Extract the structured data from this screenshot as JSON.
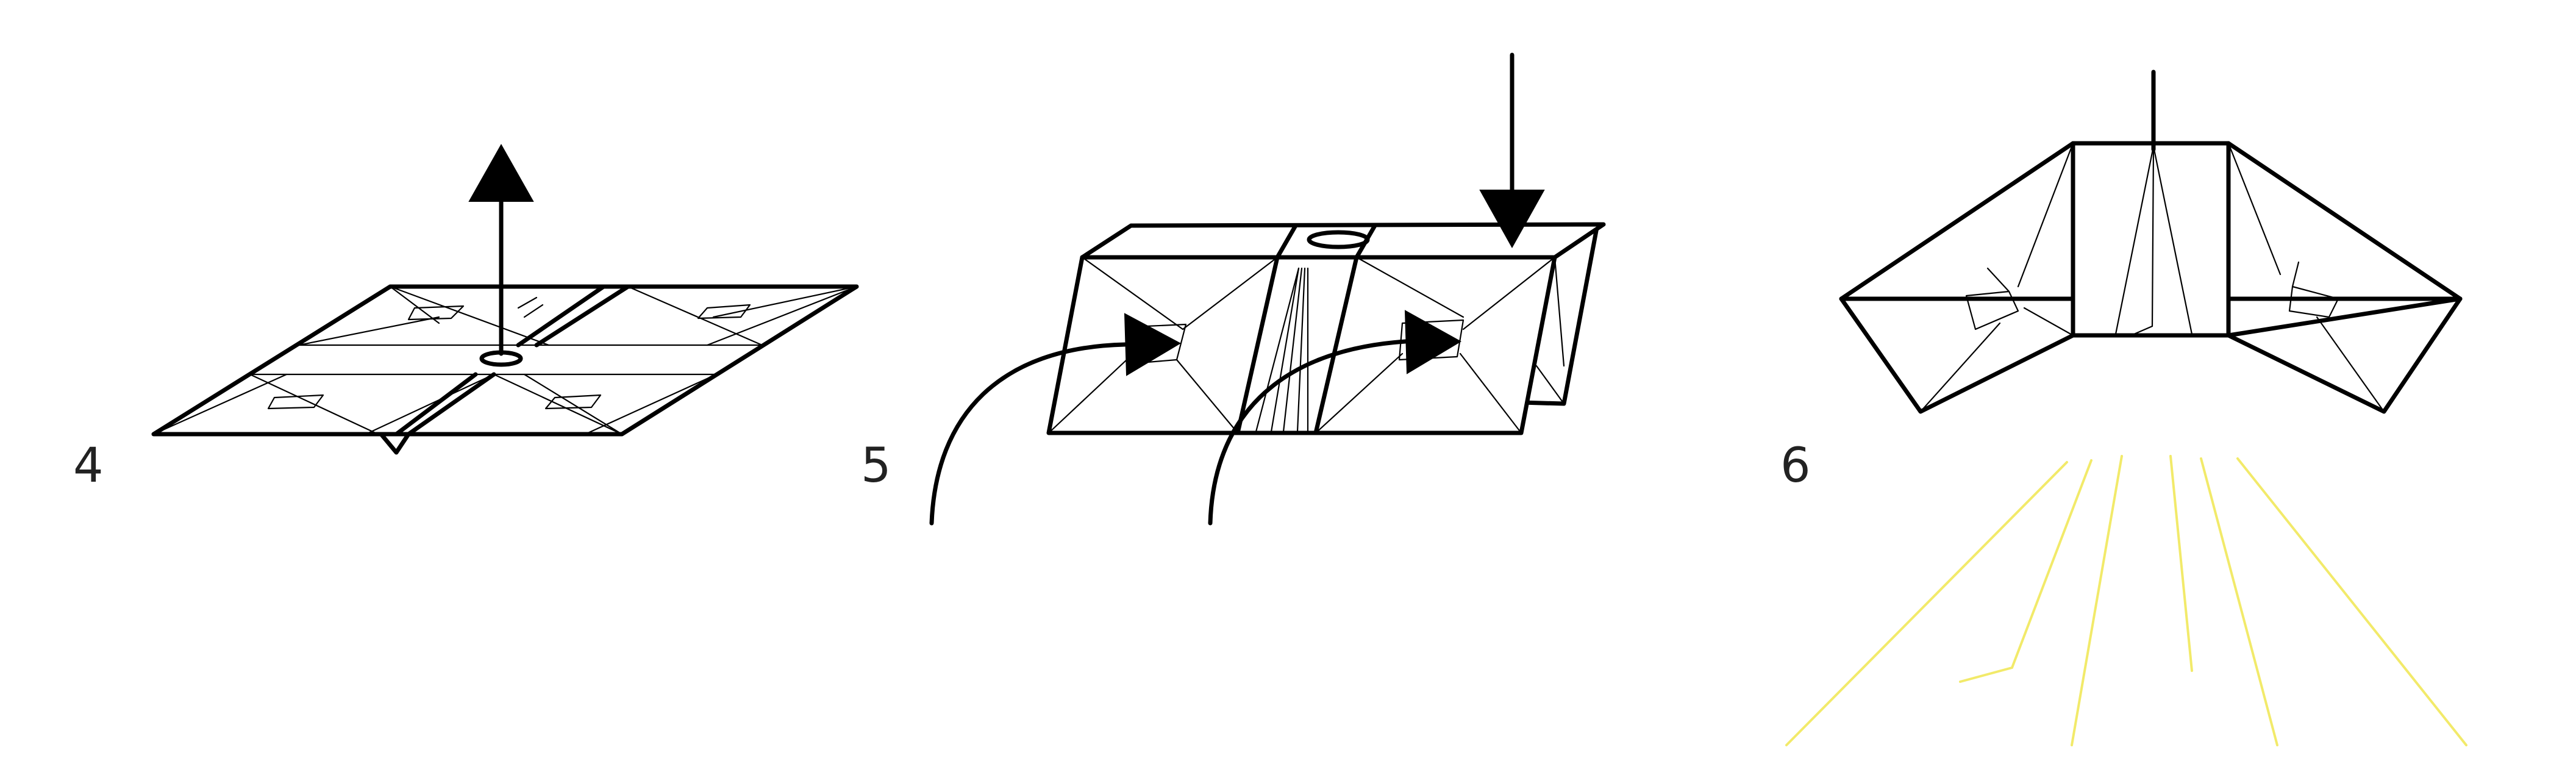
{
  "steps": [
    {
      "label": "4"
    },
    {
      "label": "5"
    },
    {
      "label": "6"
    }
  ],
  "colors": {
    "line": "#000000",
    "light_rays": "#f2ea6a",
    "background": "#ffffff"
  },
  "icons": {
    "step4_arrow": "arrow-up-icon",
    "step5_arrow": "arrow-down-icon",
    "step5_fold_arrows": "curved-arrow-icon"
  }
}
